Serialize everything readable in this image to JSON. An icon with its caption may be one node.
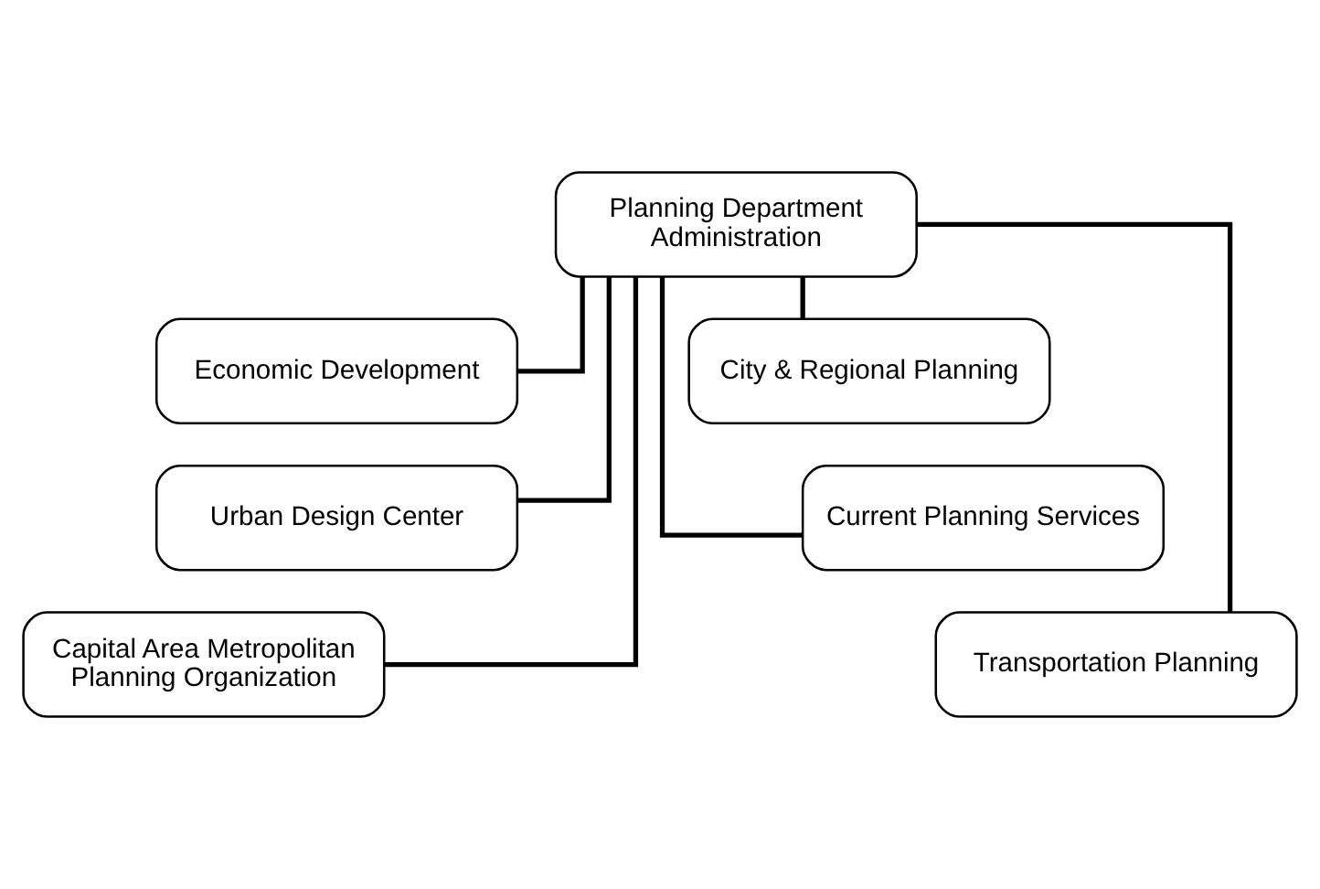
{
  "diagram": {
    "nodes": [
      {
        "text": [
          "Planning Department Administration"
        ]
      },
      {
        "text": [
          "Economic Development"
        ]
      },
      {
        "text": [
          "City & Regional Planning"
        ]
      },
      {
        "text": [
          "Urban Design Center"
        ]
      },
      {
        "text": [
          "Current Planning Services"
        ]
      },
      {
        "text": [
          "Capital Area Metropolitan Planning Organization"
        ]
      },
      {
        "text": [
          "Transportation Planning"
        ]
      }
    ],
    "edges": [
      {
        "from": 0,
        "to": 1,
        "arrow": "none"
      },
      {
        "from": 0,
        "to": 2,
        "arrow": "none"
      },
      {
        "from": 0,
        "to": 3,
        "arrow": "none"
      },
      {
        "from": 0,
        "to": 4,
        "arrow": "none"
      },
      {
        "from": 0,
        "to": 5,
        "arrow": "none"
      },
      {
        "from": 0,
        "to": 6,
        "arrow": "none"
      }
    ]
  }
}
